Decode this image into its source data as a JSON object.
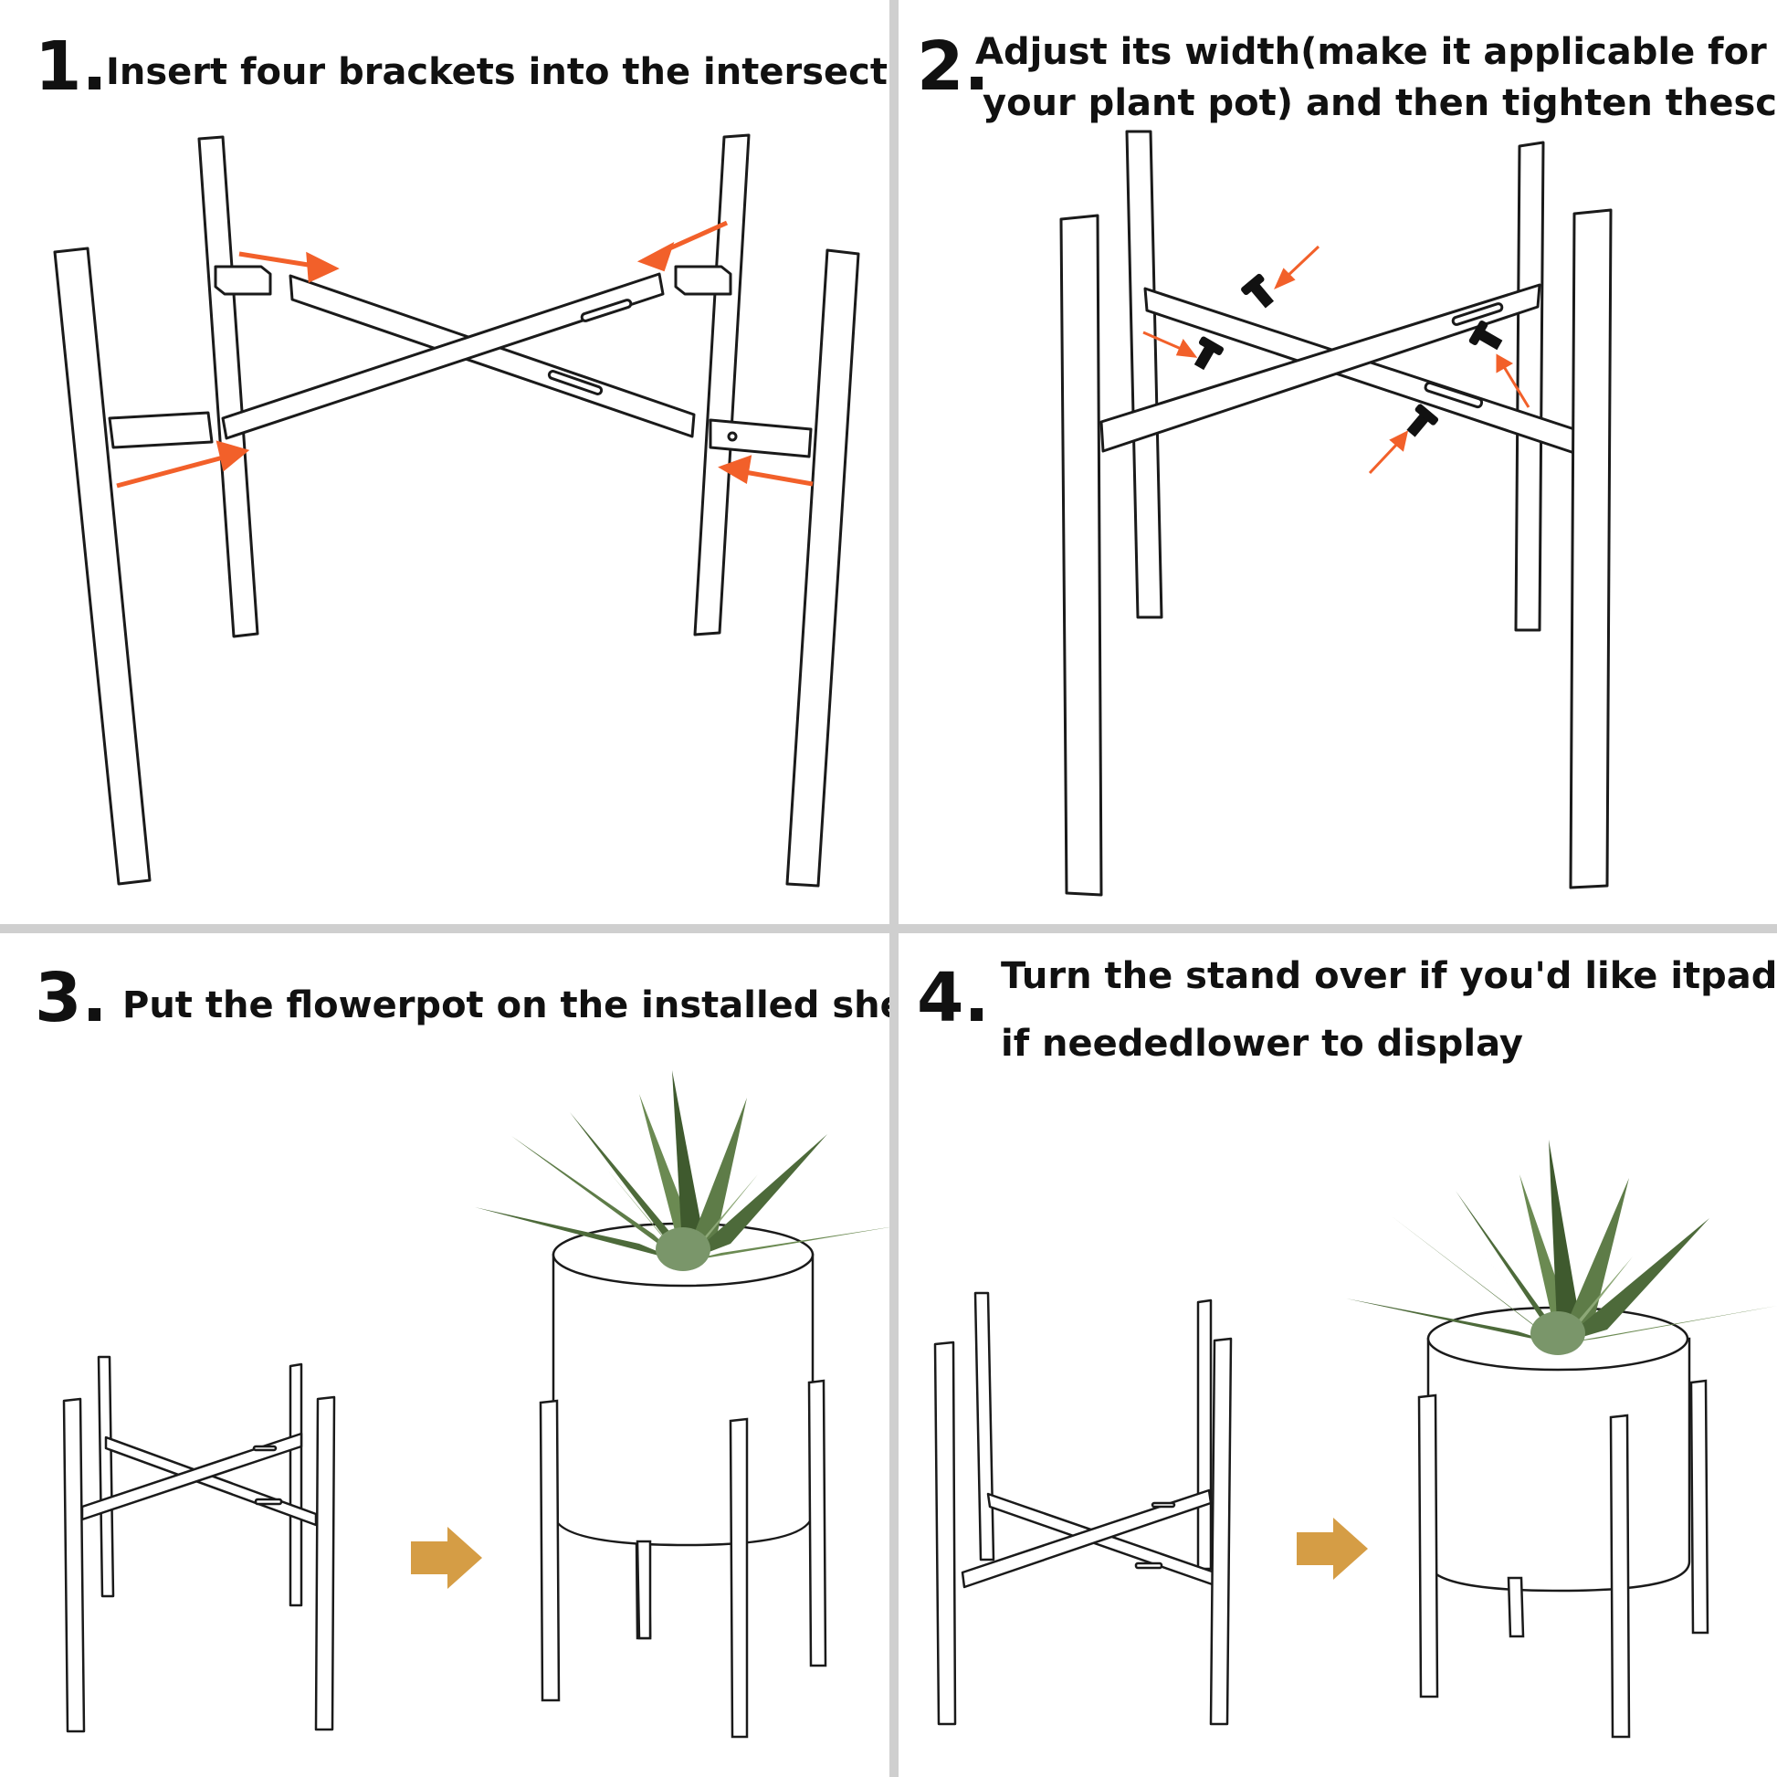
{
  "steps": [
    {
      "number": "1.",
      "text_lines": [
        "Insert four brackets into the intersection"
      ]
    },
    {
      "number": "2.",
      "text_lines": [
        "Adjust its width(make it applicable for tubes",
        "your plant pot) and then tighten thescrews"
      ]
    },
    {
      "number": "3.",
      "text_lines": [
        "Put the flowerpot on the installed shelf"
      ]
    },
    {
      "number": "4.",
      "text_lines": [
        "Turn the stand over if you'd like itpad",
        "if neededlower to display"
      ]
    }
  ],
  "colors": {
    "arrow_orange": "#f2602a",
    "arrow_tan": "#d59d45",
    "line": "#1a1a1a",
    "divider": "#cfcfcf",
    "leaf_dark": "#4d6a3a",
    "leaf_light": "#8da877"
  },
  "icons": [
    "right-arrow-icon",
    "screw-icon",
    "plant-icon"
  ]
}
